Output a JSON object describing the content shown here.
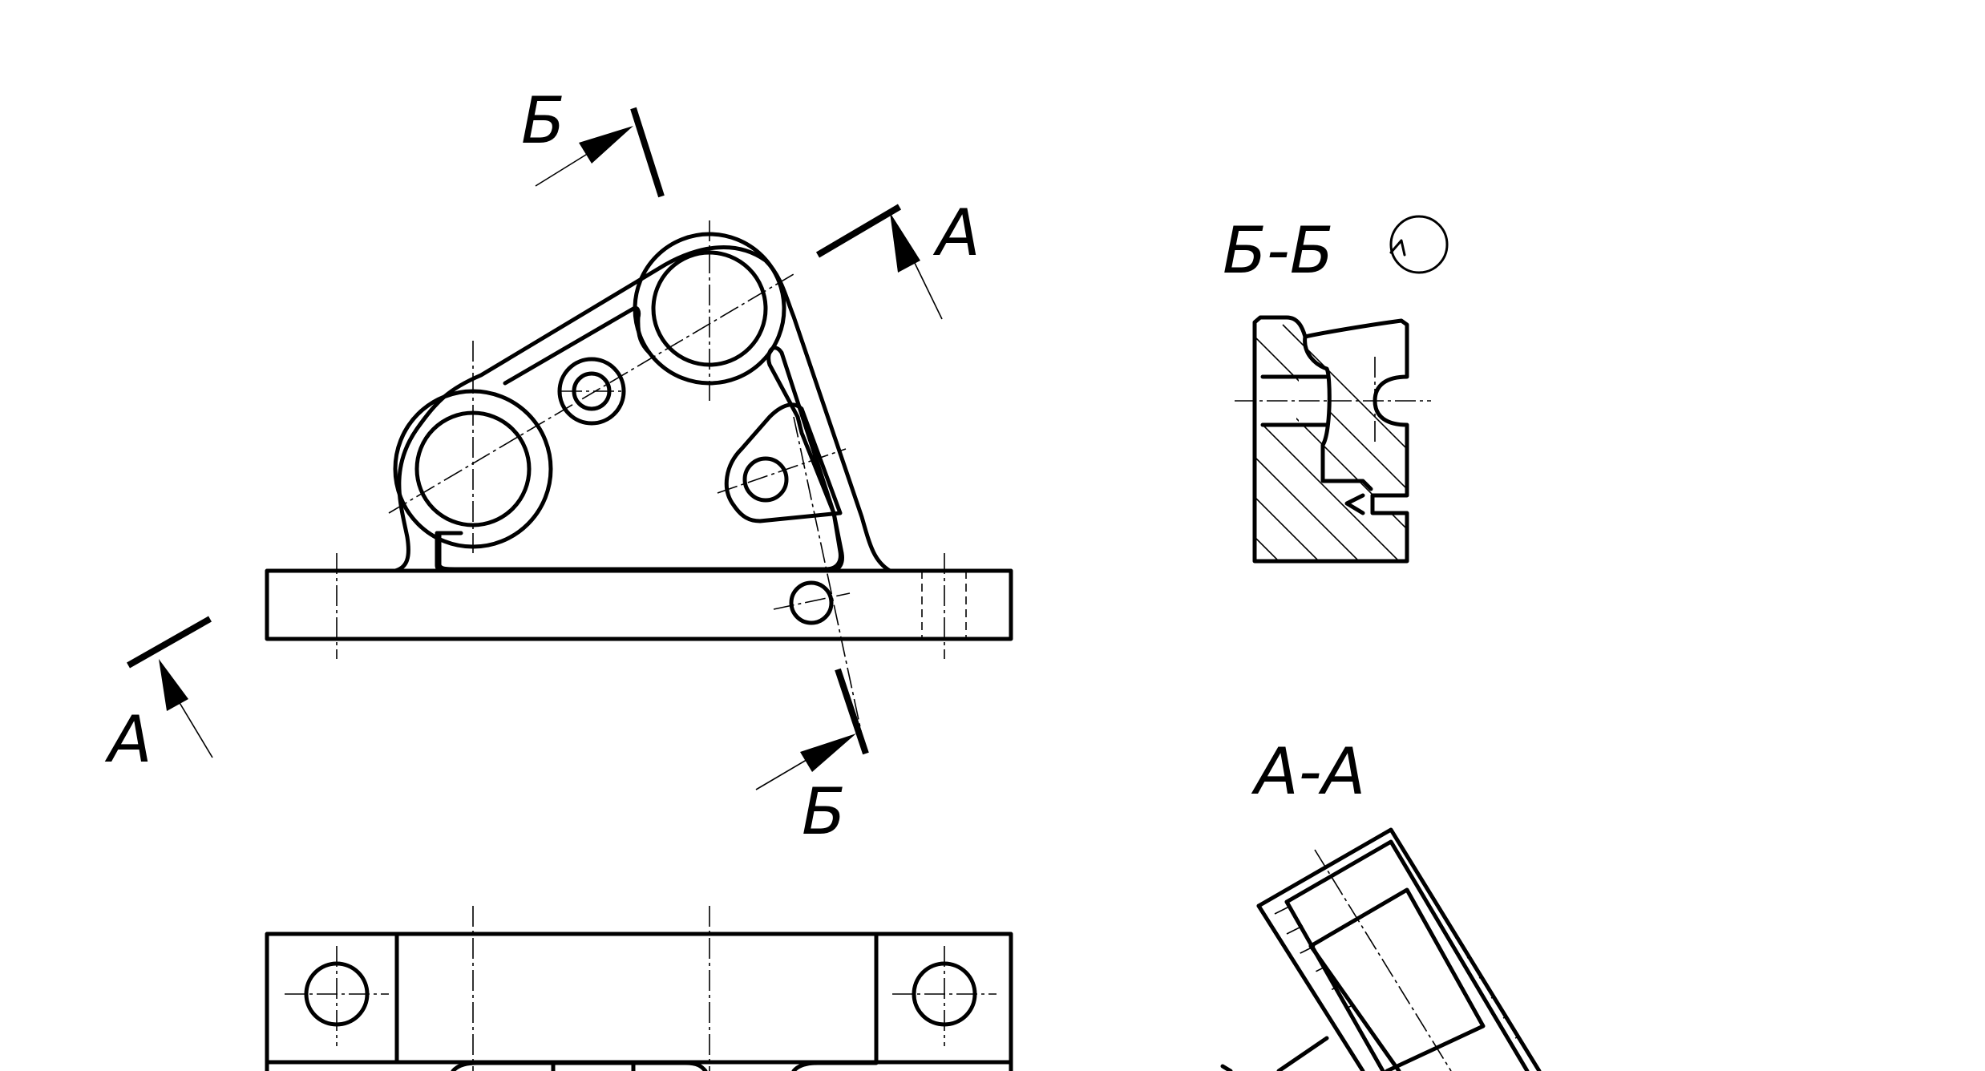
{
  "labels": {
    "section_b_mark_top": "Б",
    "section_b_mark_bottom": "Б",
    "section_a_mark_top": "А",
    "section_a_mark_bottom": "А",
    "section_b_title": "Б-Б",
    "section_a_title": "А-А"
  },
  "symbols": {
    "rotated_view_icon": "rotated-view-icon"
  },
  "colors": {
    "line": "#000000",
    "background": "#ffffff"
  }
}
